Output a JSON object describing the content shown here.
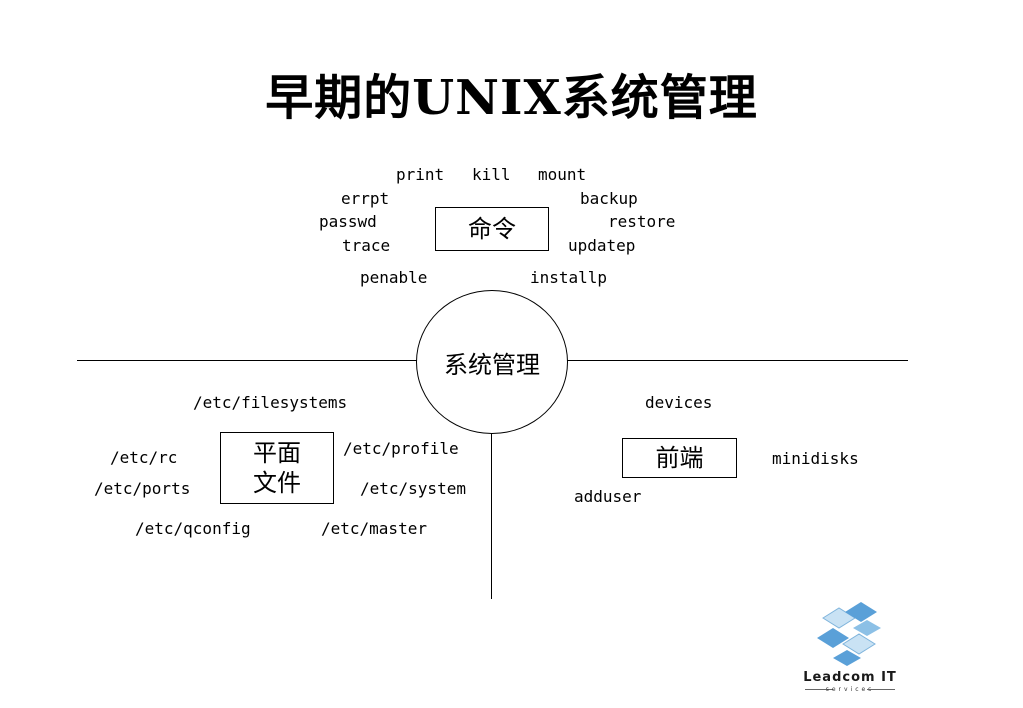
{
  "title": "早期的UNIX系统管理",
  "center": {
    "label": "系统管理"
  },
  "commands_box": {
    "label": "命令",
    "items": [
      "print",
      "kill",
      "mount",
      "errpt",
      "backup",
      "passwd",
      "restore",
      "trace",
      "updatep",
      "penable",
      "installp"
    ]
  },
  "files_box": {
    "label_line1": "平面",
    "label_line2": "文件",
    "items": [
      "/etc/filesystems",
      "/etc/rc",
      "/etc/profile",
      "/etc/ports",
      "/etc/system",
      "/etc/qconfig",
      "/etc/master"
    ]
  },
  "frontend_box": {
    "label": "前端",
    "items": [
      "devices",
      "minidisks",
      "adduser"
    ]
  },
  "logo": {
    "name": "Leadcom IT",
    "sub": "services"
  },
  "colors": {
    "line": "#000000",
    "background": "#ffffff",
    "logo_blue": "#5aa0d8",
    "logo_light": "#c9e2f4"
  }
}
